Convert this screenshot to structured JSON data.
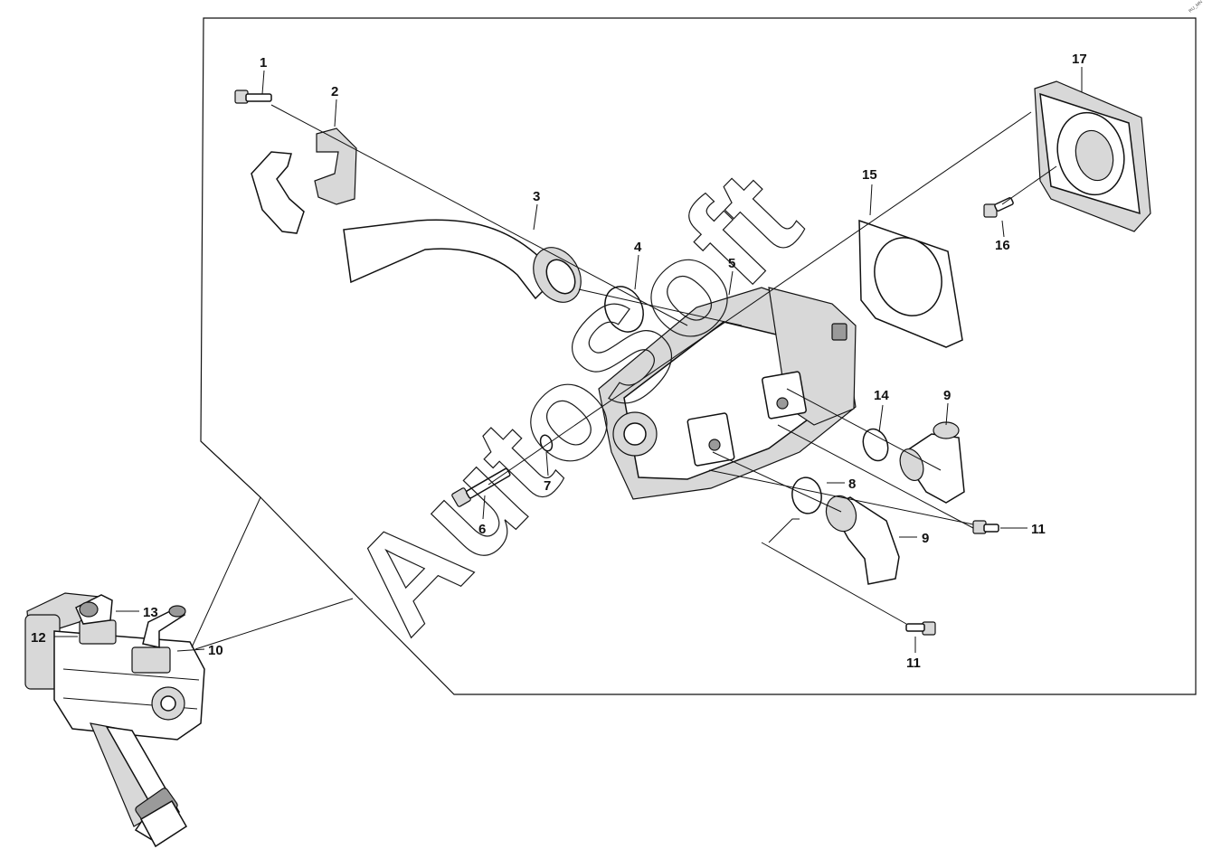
{
  "watermark": "AutoSoft",
  "corner_mark": "RU_MN",
  "callouts": [
    {
      "id": "c1",
      "text": "1"
    },
    {
      "id": "c2",
      "text": "2"
    },
    {
      "id": "c3",
      "text": "3"
    },
    {
      "id": "c4",
      "text": "4"
    },
    {
      "id": "c5",
      "text": "5"
    },
    {
      "id": "c6",
      "text": "6"
    },
    {
      "id": "c7",
      "text": "7"
    },
    {
      "id": "c8",
      "text": "8"
    },
    {
      "id": "c9a",
      "text": "9"
    },
    {
      "id": "c9b",
      "text": "9"
    },
    {
      "id": "c10",
      "text": "10"
    },
    {
      "id": "c11a",
      "text": "11"
    },
    {
      "id": "c11b",
      "text": "11"
    },
    {
      "id": "c12",
      "text": "12"
    },
    {
      "id": "c13",
      "text": "13"
    },
    {
      "id": "c14",
      "text": "14"
    },
    {
      "id": "c15",
      "text": "15"
    },
    {
      "id": "c16",
      "text": "16"
    },
    {
      "id": "c17",
      "text": "17"
    }
  ]
}
